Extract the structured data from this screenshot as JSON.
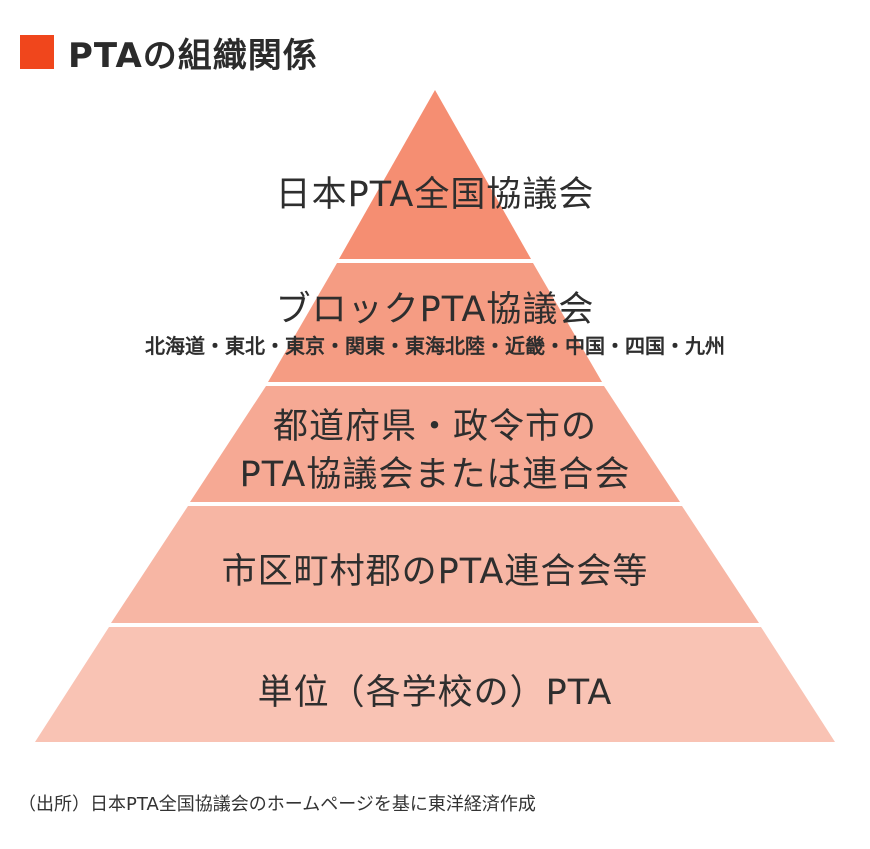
{
  "title": "PTAの組織関係",
  "colors": {
    "title_marker": "#f0461c",
    "level_1": "#f58e72",
    "level_2": "#f59c83",
    "level_3": "#f6a994",
    "level_4": "#f7b6a4",
    "level_5": "#f9c3b4",
    "separator": "#ffffff"
  },
  "levels": [
    {
      "name": "日本PTA全国協議会"
    },
    {
      "name": "ブロックPTA協議会",
      "detail": "北海道・東北・東京・関東・東海北陸・近畿・中国・四国・九州"
    },
    {
      "name_line1": "都道府県・政令市の",
      "name_line2": "PTA協議会または連合会"
    },
    {
      "name": "市区町村郡のPTA連合会等"
    },
    {
      "name": "単位（各学校の）PTA"
    }
  ],
  "source": "（出所）日本PTA全国協議会のホームページを基に東洋経済作成"
}
